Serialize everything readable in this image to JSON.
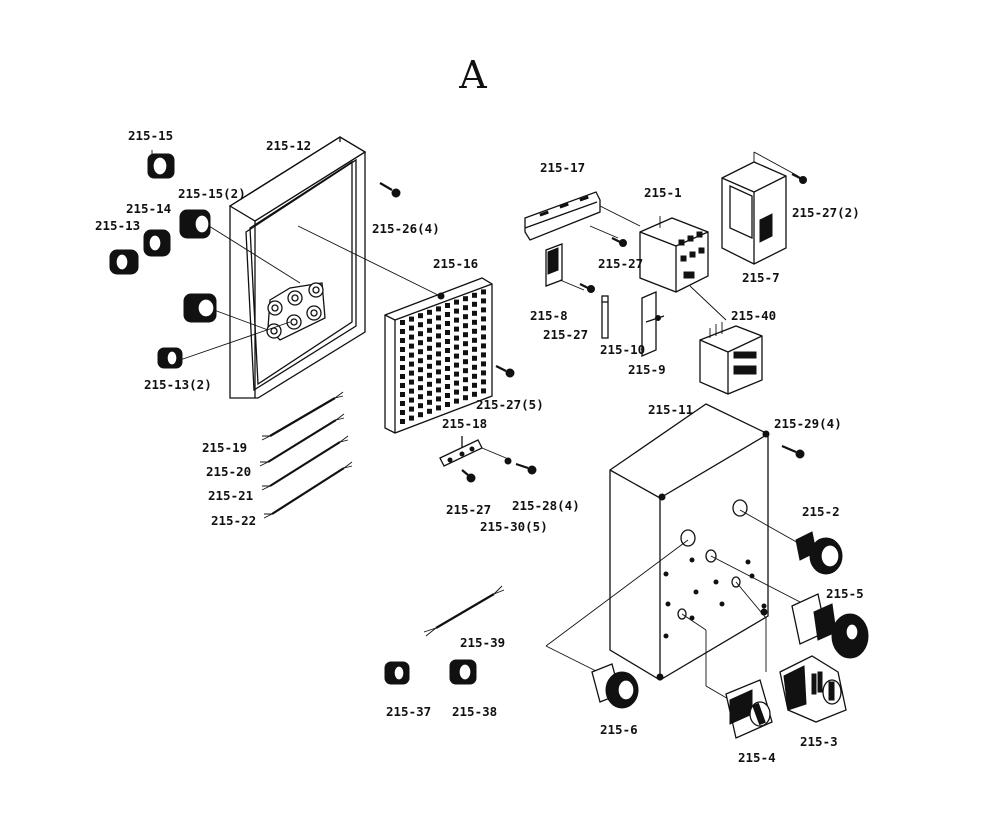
{
  "diagram": {
    "title": "A",
    "labels": {
      "p215_15": "215-15",
      "p215_12": "215-12",
      "p215_15_2": "215-15(2)",
      "p215_14": "215-14",
      "p215_13": "215-13",
      "p215_26_4": "215-26(4)",
      "p215_16": "215-16",
      "p215_13_2": "215-13(2)",
      "p215_27_5": "215-27(5)",
      "p215_19": "215-19",
      "p215_20": "215-20",
      "p215_21": "215-21",
      "p215_22": "215-22",
      "p215_18": "215-18",
      "p215_27_a": "215-27",
      "p215_28_4": "215-28(4)",
      "p215_30_5": "215-30(5)",
      "p215_17": "215-17",
      "p215_1": "215-1",
      "p215_27_b": "215-27",
      "p215_8": "215-8",
      "p215_27_c": "215-27",
      "p215_10": "215-10",
      "p215_9": "215-9",
      "p215_7": "215-7",
      "p215_27_2": "215-27(2)",
      "p215_40": "215-40",
      "p215_11": "215-11",
      "p215_29_4": "215-29(4)",
      "p215_2": "215-2",
      "p215_5": "215-5",
      "p215_6": "215-6",
      "p215_4": "215-4",
      "p215_3": "215-3",
      "p215_39": "215-39",
      "p215_37": "215-37",
      "p215_38": "215-38"
    }
  }
}
